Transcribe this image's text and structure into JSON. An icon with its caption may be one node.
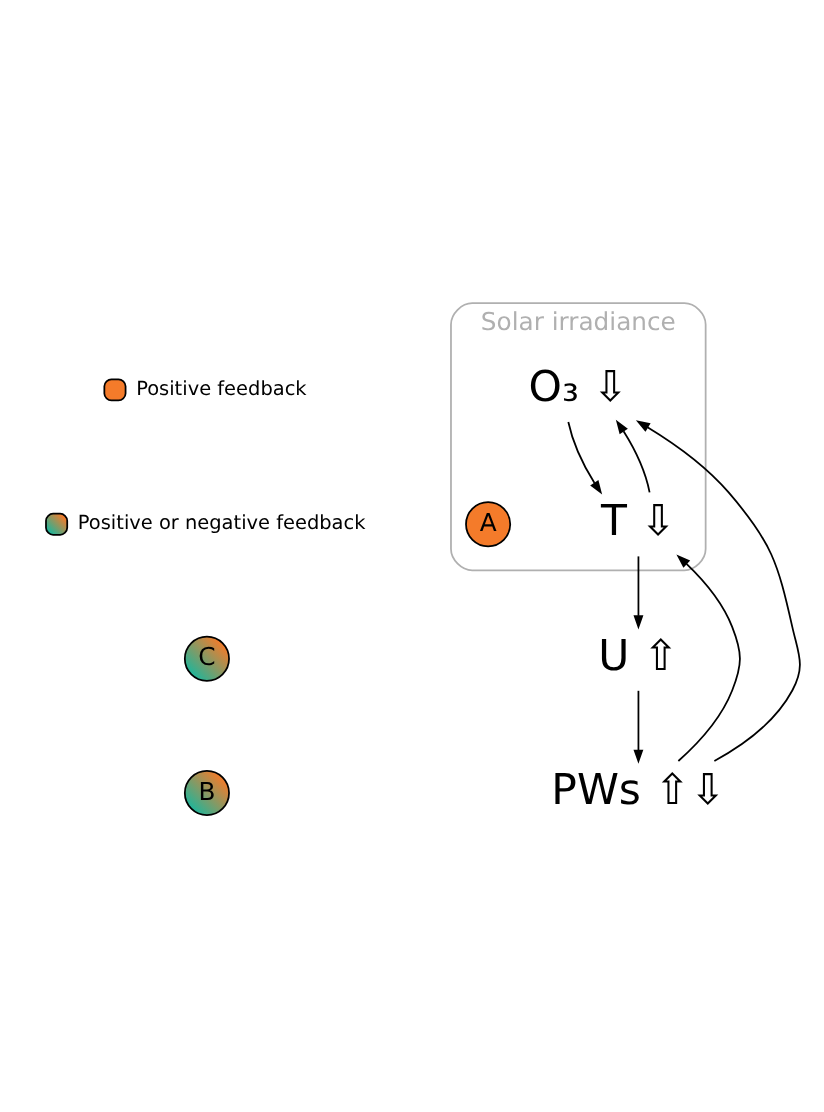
{
  "diagram": {
    "nodes": [
      {
        "text": [
          "Solar irradiance"
        ]
      },
      {
        "text": [
          "O₃ ⇩"
        ],
        "in": 0
      },
      {
        "text": [
          "A"
        ],
        "in": 0
      },
      {
        "text": [
          "T ⇩"
        ],
        "in": 0
      },
      {
        "text": [
          "C"
        ]
      },
      {
        "text": [
          "B"
        ]
      },
      {
        "text": [
          "U ⇧"
        ]
      },
      {
        "text": [
          "PWs ⇧⇩"
        ]
      }
    ],
    "edges": [
      {
        "from": 7,
        "to": 1,
        "arrow": "to"
      },
      {
        "from": 3,
        "to": 1,
        "arrow": "to"
      },
      {
        "from": 1,
        "to": 3,
        "arrow": "to"
      },
      {
        "from": 7,
        "to": 3,
        "arrow": "to"
      },
      {
        "from": 3,
        "to": 6,
        "arrow": "to"
      },
      {
        "from": 6,
        "to": 7,
        "arrow": "to"
      }
    ],
    "legend": [
      {
        "text": "Positive feedback",
        "color": "#f47b2a"
      },
      {
        "text": "Positive or negative feedback"
      }
    ]
  }
}
